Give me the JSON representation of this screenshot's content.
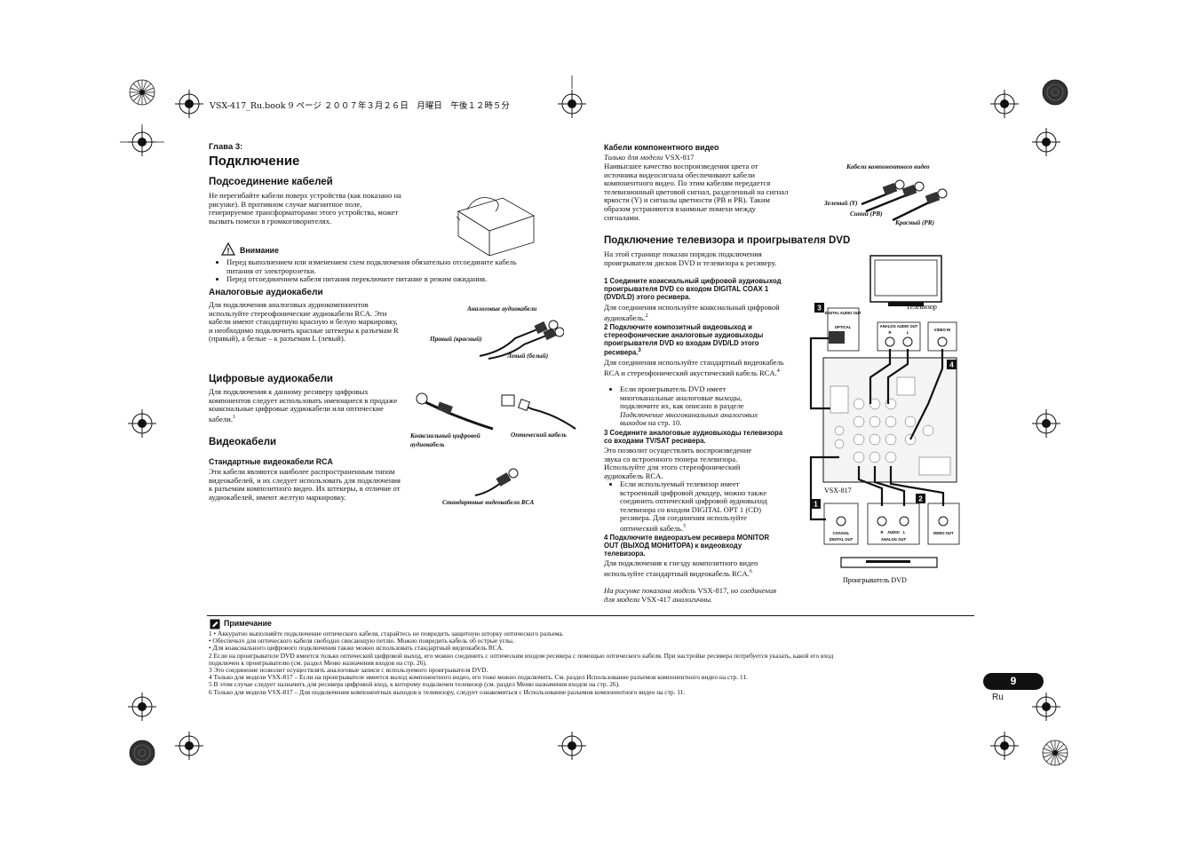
{
  "header": {
    "book_line": "VSX-417_Ru.book  9 ページ  ２００７年３月２６日　月曜日　午後１２時５分"
  },
  "left": {
    "chapter": "Глава 3:",
    "title": "Подключение",
    "s1_title": "Подсоединение кабелей",
    "s1_body": "Не перегибайте кабели поверх устройства (как показано на рисунке). В противном случае магнитное поле, генерируемое трансформаторами этого устройства, может вызвать помехи в громкоговорителях.",
    "caution_title": "Внимание",
    "caution_items": [
      "Перед выполнением или изменением схем подключения обязательно отсоедините кабель питания от электророзетки.",
      "Перед отсоединением кабеля питания переключите питание в режим ожидания."
    ],
    "s2_title": "Аналоговые аудиокабели",
    "s2_body": "Для подключения аналоговых аудиокомпонентов используйте стереофонические аудиокабели RCA. Эти кабели имеют стандартную красную и белую маркировку, и необходимо подключить красные штекеры к разъемам R (правый), а белые – к разъемам L (левый).",
    "fig_analog_title": "Аналоговые аудиокабели",
    "fig_analog_right": "Правый (красный)",
    "fig_analog_left": "Левый (белый)",
    "s3_title": "Цифровые аудиокабели",
    "s3_body": "Для подключения к данному ресиверу цифровых компонентов следует использовать имеющиеся в продаже коаксиальные цифровые аудиокабели или оптические кабели.",
    "s3_sup": "1",
    "fig_coax": "Коаксиальный цифровой аудиокабель",
    "fig_optical": "Оптический кабель",
    "s4_title": "Видеокабели",
    "s4_sub": "Стандартные видеокабели RCA",
    "s4_body": "Эти кабели являются наиболее распространенным типом видеокабелей, и их следует использовать для подключения к разъемам композитного видео. Их штекеры, в отличие от аудиокабелей, имеют желтую маркировку.",
    "fig_video": "Стандартные видеокабели RCA"
  },
  "right": {
    "comp_title": "Кабели компонентного видео",
    "comp_only": "Только для модели",
    "comp_model": "VSX-817",
    "comp_body": "Наивысшее качество воспроизведения цвета от источника видеосигнала обеспечивают кабели компонентного видео. По этим кабелям передается телевизионный цветовой сигнал, разделенный на сигнал яркости (Y) и сигналы цветности (PB и PR). Таким образом устраняются взаимные помехи между сигналами.",
    "fig_comp_title": "Кабели компонентного видео",
    "fig_green": "Зеленый (Y)",
    "fig_blue": "Синий (PB)",
    "fig_red": "Красный (PR)",
    "tv_title": "Подключение телевизора и проигрывателя DVD",
    "tv_intro": "На этой странице показан порядок подключения проигрывателя дисков DVD и телевизора к ресиверу.",
    "step1_head": "1    Соедините коаксиальный цифровой аудиовыход проигрывателя DVD со входом DIGITAL COAX 1 (DVD/LD) этого ресивера.",
    "step1_body": "Для соединения используйте коаксиальный цифровой аудиокабель.",
    "step1_sup": "2",
    "step2_head": "2    Подключите композитный видеовыход и стереофонические аналоговые аудиовыходы проигрывателя DVD ко входам DVD/LD этого ресивера.",
    "step2_sup": "3",
    "step2_body": "Для соединения используйте стандартный видеокабель RCA и стереофонический акустический кабель RCA.",
    "step2_sup2": "4",
    "step2_bullet": "Если проигрыватель DVD имеет многоканальные аналоговые выходы, подключите их, как описано в разделе",
    "step2_bullet_it": "Подключение многоканальных аналоговых выходов",
    "step2_bullet_end": "на стр. 10.",
    "step3_head": "3    Соедините аналоговые аудиовыходы телевизора со входами TV/SAT ресивера.",
    "step3_body": "Это позволит осуществлять воспроизведение звука со встроенного тюнера телевизора. Используйте для этого стереофонический аудиокабель RCA.",
    "step3_bullet": "Если используемый телевизор имеет встроенный цифровой декодер, можно также соединить оптический цифровой аудиовыход телевизора со входом DIGITAL OPT 1 (CD) ресивера. Для соединения используйте оптический кабель.",
    "step3_sup": "5",
    "step4_head": "4    Подключите видеоразъем ресивера MONITOR OUT (ВЫХОД МОНИТОРА) к видеовходу телевизора.",
    "step4_body": "Для подключения к гнезду композитного видео используйте стандартный видеокабель RCA.",
    "step4_sup": "6",
    "model_note_a": "На рисунке показана модель",
    "model_note_b": "VSX-817",
    "model_note_c": ", но соединения для модели",
    "model_note_d": "VSX-417",
    "model_note_e": "аналогичны.",
    "diag_tv": "Телевизор",
    "diag_receiver": "VSX-817",
    "diag_dvd": "Проигрыватель DVD",
    "diag_digital_audio_out": "DIGITAL AUDIO OUT",
    "diag_optical": "OPTICAL",
    "diag_analog_audio_out": "ANALOG AUDIO OUT",
    "diag_video_in": "VIDEO IN",
    "diag_coaxial": "COAXIAL",
    "diag_digital_out": "DIGITAL OUT",
    "diag_analog_out": "ANALOG OUT",
    "diag_video_out": "VIDEO OUT",
    "diag_r": "R",
    "diag_l": "L",
    "diag_audio": "AUDIO",
    "diag_n1": "1",
    "diag_n2": "2",
    "diag_n3": "3",
    "diag_n4": "4"
  },
  "notes": {
    "title": "Примечание",
    "lines": [
      "1  • Аккуратно выполняйте подключение оптического кабеля, старайтесь не повредить защитную шторку оптического разъема.",
      "     • Обеспечьте для оптического кабеля свободно свисающую петлю. Можно повредить кабель об острые углы.",
      "     • Для коаксиального цифрового подключения также можно использовать стандартный видеокабель RCA.",
      "2  Если на проигрывателе DVD имеется только оптический цифровой выход, его можно соединить с оптическим входом ресивера с помощью оптического кабеля. При настройке ресивера потребуется указать, какой его вход",
      "подключен к проигрывателю (см. раздел Меню назначения входов на стр. 26).",
      "3  Это соединение позволит осуществлять аналоговые записи с используемого проигрывателя DVD.",
      "4  Только для модели VSX-817 – Если на проигрывателе имеется выход компонентного видео, его тоже можно подключить. См. раздел Использование разъемов компонентного видео на стр. 11.",
      "5  В этом случае следует назначить для ресивера цифровой вход, к которому подключен телевизор (см. раздел Меню назначения входов на стр. 26).",
      "6  Только для модели VSX-817 – Для подключения компонентных выходов к телевизору, следует ознакомиться с Использование разъемов компонентного видео на стр. 11."
    ]
  },
  "footer": {
    "page_number": "9",
    "lang": "Ru"
  }
}
